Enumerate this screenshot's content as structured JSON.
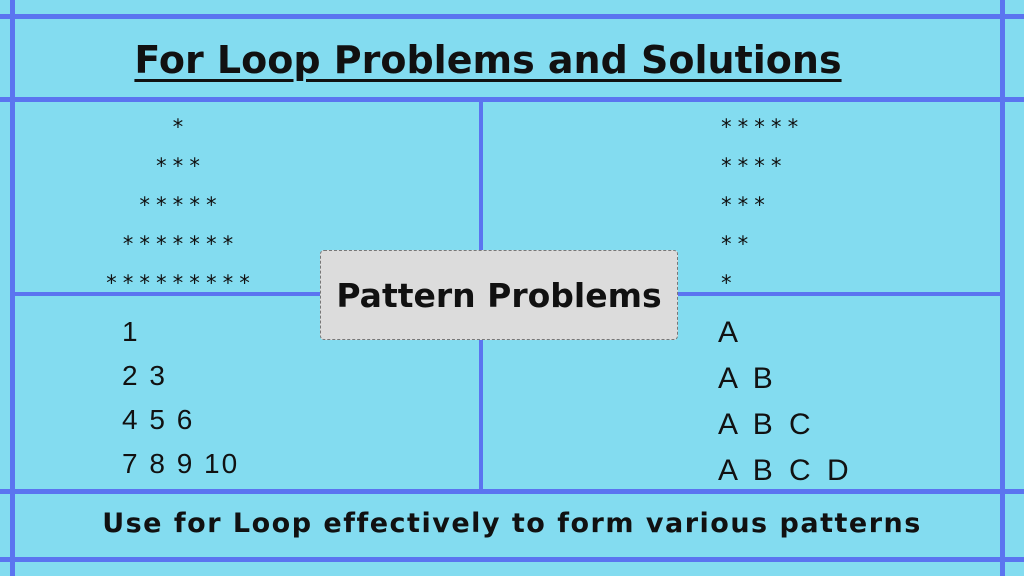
{
  "title": "For Loop Problems and Solutions",
  "center_label": "Pattern Problems",
  "footer": "Use for Loop effectively to form various patterns",
  "quadrants": {
    "top_left": [
      "*",
      "***",
      "*****",
      "*******",
      "*********"
    ],
    "top_right": [
      "*****",
      "****",
      "***",
      "**",
      "*"
    ],
    "bottom_left": [
      "1",
      "2 3",
      "4 5 6",
      "7 8 9 10"
    ],
    "bottom_right": [
      "A",
      "A B",
      "A B C",
      "A B C D"
    ]
  },
  "colors": {
    "background": "#83dcf0",
    "grid_lines": "#5b74f0",
    "center_box": "#dcdcdc"
  }
}
